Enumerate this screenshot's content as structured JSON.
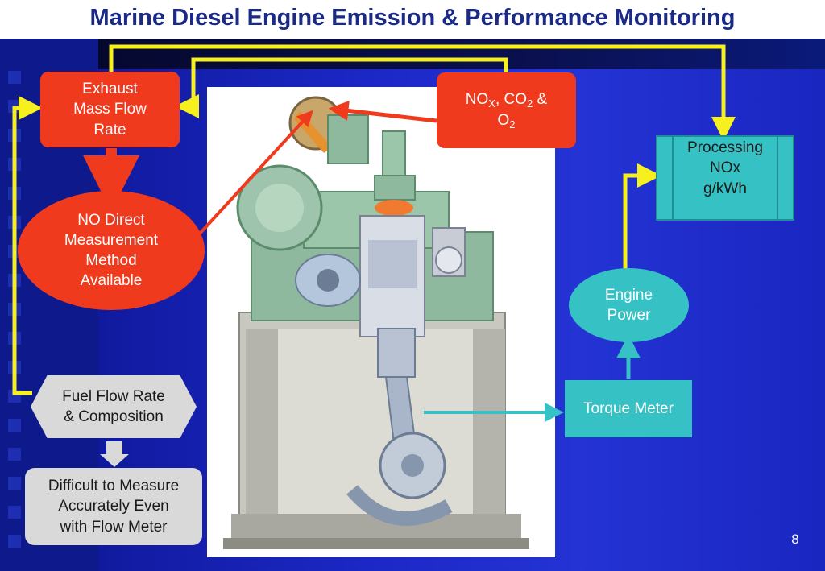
{
  "title": "Marine Diesel Engine Emission & Performance Monitoring",
  "nodes": {
    "exhaust_flow": "Exhaust\nMass Flow\nRate",
    "gas_analyzer": {
      "p1": "NO",
      "s1": "X",
      "p2": ", CO",
      "s2": "2",
      "p3": " &",
      "p4": "O",
      "s4": "2"
    },
    "no_direct": "NO Direct\nMeasurement\nMethod\nAvailable",
    "processing": "Processing\nNOx\ng/kWh",
    "engine_power": "Engine\nPower",
    "torque_meter": "Torque Meter",
    "fuel_flow": "Fuel Flow Rate\n& Composition",
    "difficult": "Difficult to Measure\nAccurately Even\nwith Flow Meter"
  },
  "page_number": "8",
  "colors": {
    "title": "#1a2a86",
    "red_node": "#f03a1e",
    "gray_node": "#d9d9d9",
    "teal_node": "#36c2c4",
    "yellow_line": "#f5f01e",
    "teal_arrow": "#36c2c4",
    "red_arrow": "#f03a1e"
  }
}
